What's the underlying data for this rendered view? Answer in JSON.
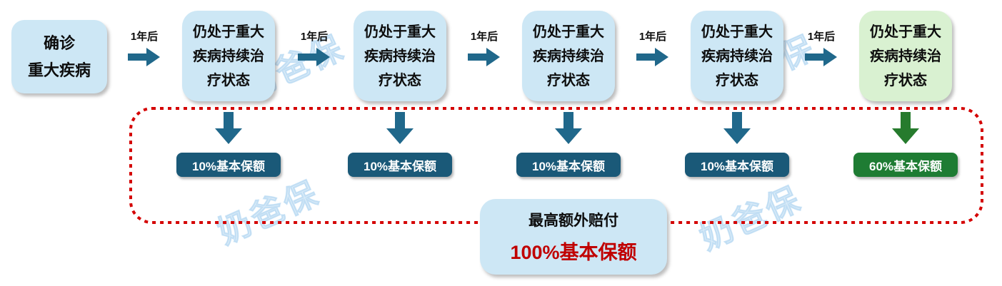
{
  "diagram": {
    "start": {
      "line1": "确诊",
      "line2": "重大疾病"
    },
    "interval_label": "1年后",
    "state_text": {
      "line1": "仍处于重大",
      "line2": "疾病持续治",
      "line3": "疗状态"
    },
    "badges": [
      {
        "label": "10%基本保额"
      },
      {
        "label": "10%基本保额"
      },
      {
        "label": "10%基本保额"
      },
      {
        "label": "10%基本保额"
      },
      {
        "label": "60%基本保额"
      }
    ],
    "summary": {
      "title": "最高额外赔付",
      "value": "100%基本保额"
    },
    "watermark": "奶爸保",
    "colors": {
      "box_blue": "#cde7f5",
      "box_green": "#d9f1d1",
      "arrow_teal": "#20688b",
      "badge_teal": "#1a5978",
      "arrow_green": "#267b2d",
      "badge_green": "#1e7c33",
      "dashed_red": "#d40000",
      "value_red": "#c00000"
    }
  }
}
